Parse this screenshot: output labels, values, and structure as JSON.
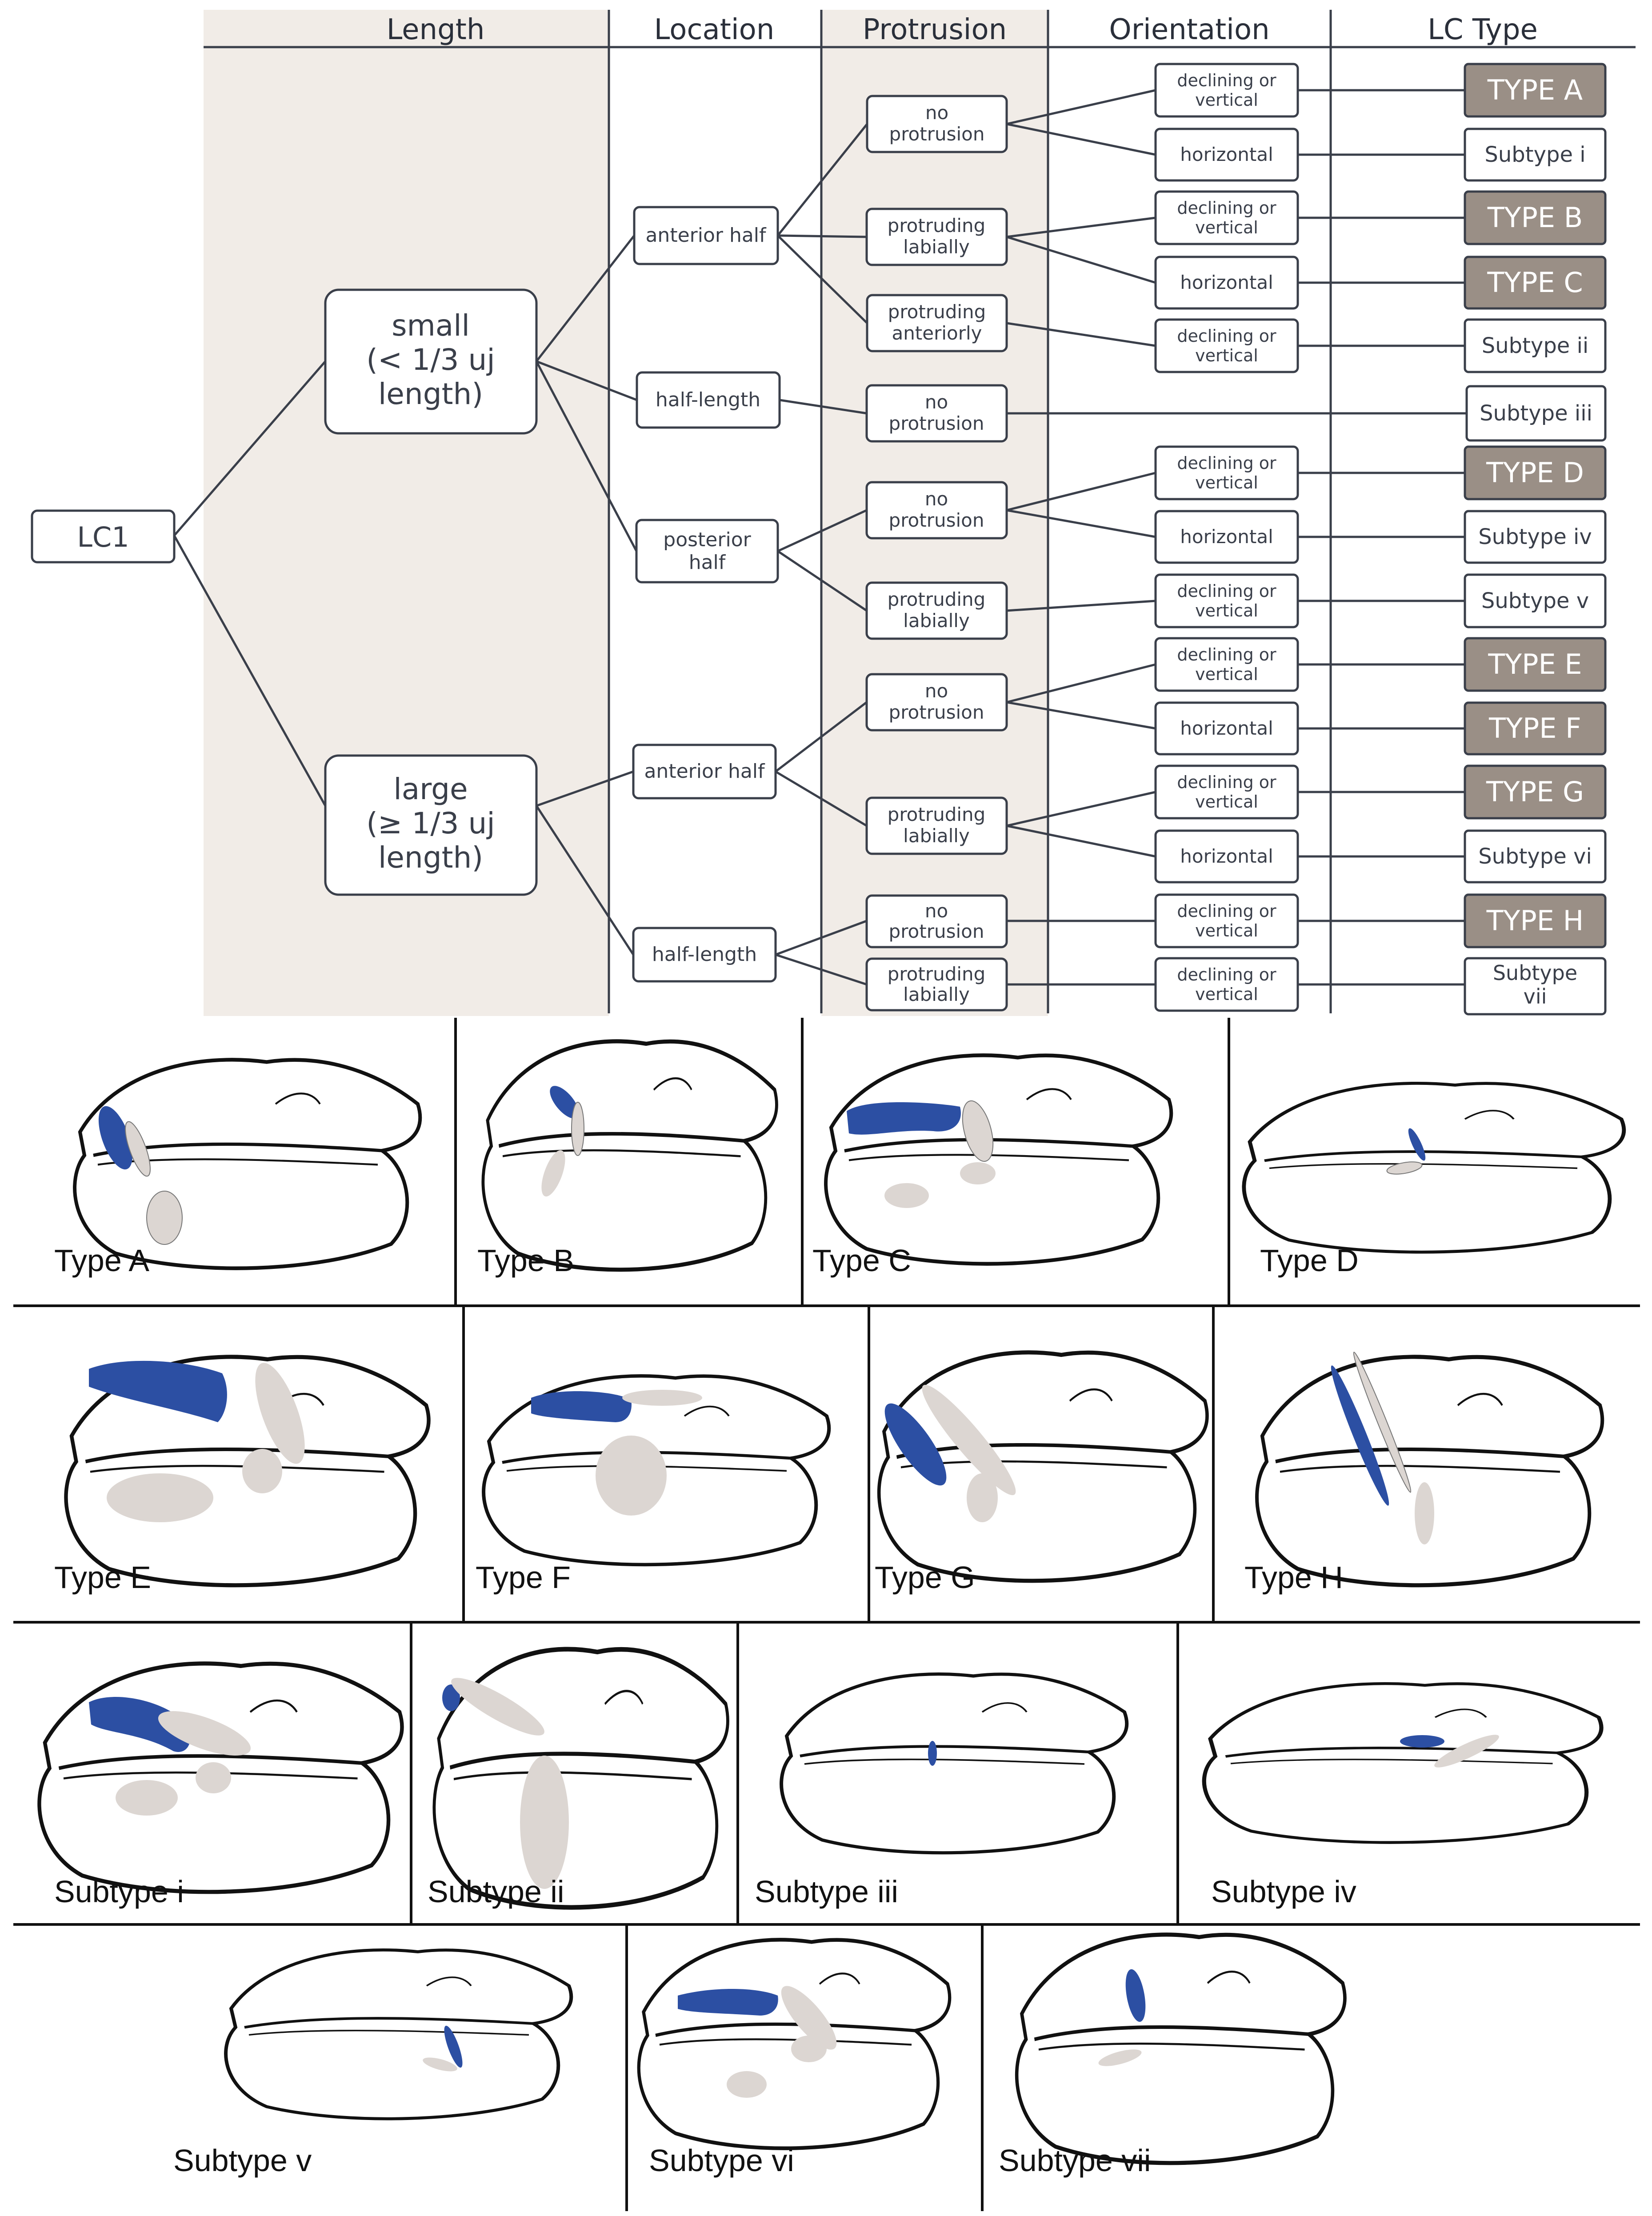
{
  "headers": {
    "length": "Length",
    "location": "Location",
    "protrusion": "Protrusion",
    "orientation": "Orientation",
    "lc_type": "LC Type"
  },
  "root": "LC1",
  "length": {
    "small": [
      "small",
      "(< 1/3 uj",
      "length)"
    ],
    "large": [
      "large",
      "(≥ 1/3 uj",
      "length)"
    ]
  },
  "location": {
    "anterior_half": "anterior half",
    "half_length": "half-length",
    "posterior_half": [
      "posterior",
      "half"
    ]
  },
  "protrusion": {
    "no_protrusion": [
      "no",
      "protrusion"
    ],
    "protruding_labially": [
      "protruding",
      "labially"
    ],
    "protruding_anteriorly": [
      "protruding",
      "anteriorly"
    ]
  },
  "orientation": {
    "declining_or_vertical": [
      "declining or",
      "vertical"
    ],
    "horizontal": "horizontal"
  },
  "lc_types": [
    "TYPE A",
    "Subtype i",
    "TYPE B",
    "TYPE C",
    "Subtype ii",
    "Subtype iii",
    "TYPE D",
    "Subtype iv",
    "Subtype v",
    "TYPE E",
    "TYPE F",
    "TYPE G",
    "Subtype vi",
    "TYPE H",
    "Subtype vii"
  ],
  "colors": {
    "column_shade": "#f1ece7",
    "type_box_fill": "#9a8f86",
    "lc_highlight": "#2c4fa3",
    "bone_fill": "#dcd6d2",
    "line": "#3a3f4a"
  },
  "panel_captions": [
    "Type A",
    "Type B",
    "Type C",
    "Type D",
    "Type E",
    "Type F",
    "Type G",
    "Type H",
    "Subtype i",
    "Subtype ii",
    "Subtype iii",
    "Subtype iv",
    "Subtype v",
    "Subtype vi",
    "Subtype vii"
  ],
  "panel_icons": [
    "mandible-sketch-icon",
    "lc-highlight-icon"
  ]
}
